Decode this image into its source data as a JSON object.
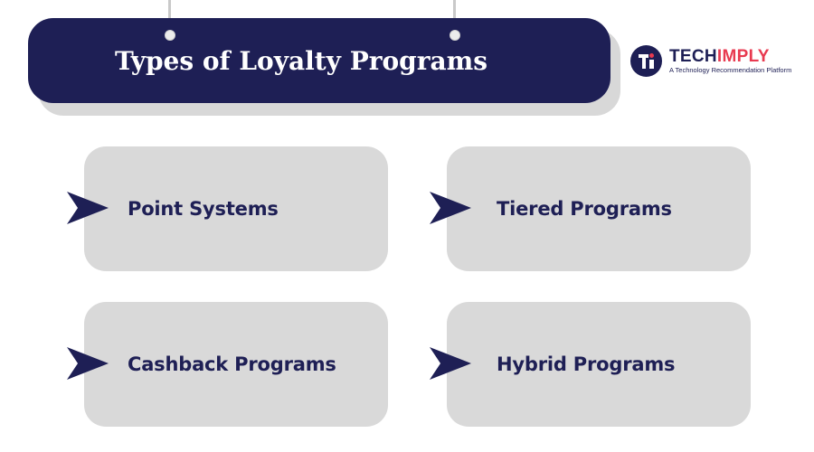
{
  "title": "Types of Loyalty Programs",
  "logo": {
    "name_part1": "TECH",
    "name_part2": "IMPLY",
    "tagline": "A Technology Recommendation Platform",
    "icon": "techimply-logo-icon",
    "colors": {
      "navy": "#1e1f55",
      "red": "#e83a50"
    }
  },
  "items": [
    {
      "label": "Point Systems",
      "icon": "arrow-right-icon"
    },
    {
      "label": "Tiered Programs",
      "icon": "arrow-right-icon"
    },
    {
      "label": "Cashback Programs",
      "icon": "arrow-right-icon"
    },
    {
      "label": "Hybrid Programs",
      "icon": "arrow-right-icon"
    }
  ],
  "colors": {
    "banner": "#1e1f55",
    "card": "#d9d9d9",
    "text": "#1e1f55"
  }
}
